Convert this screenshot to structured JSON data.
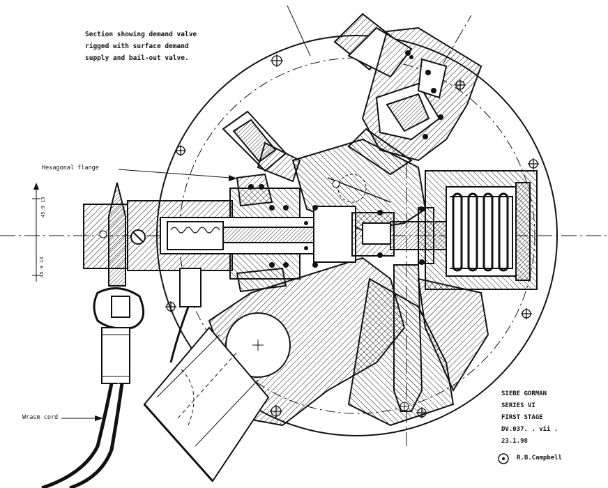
{
  "caption": {
    "line1": "Section showing demand valve",
    "line2": "rigged with surface demand",
    "line3": "supply and bail-out valve."
  },
  "labels": {
    "hexagonal_flange": "Hexagonal flange",
    "wrasm_cord": "Wrasm cord",
    "dim_upper": "45.9 13",
    "dim_lower": "45.9 13"
  },
  "title_block": {
    "line1": "SIEBE GORMAN",
    "line2": "SERIES VI",
    "line3": "FIRST STAGE",
    "line4": "DV.037.    . vii .",
    "line5": "23.1.98"
  },
  "signature": "R.B.Campbell"
}
